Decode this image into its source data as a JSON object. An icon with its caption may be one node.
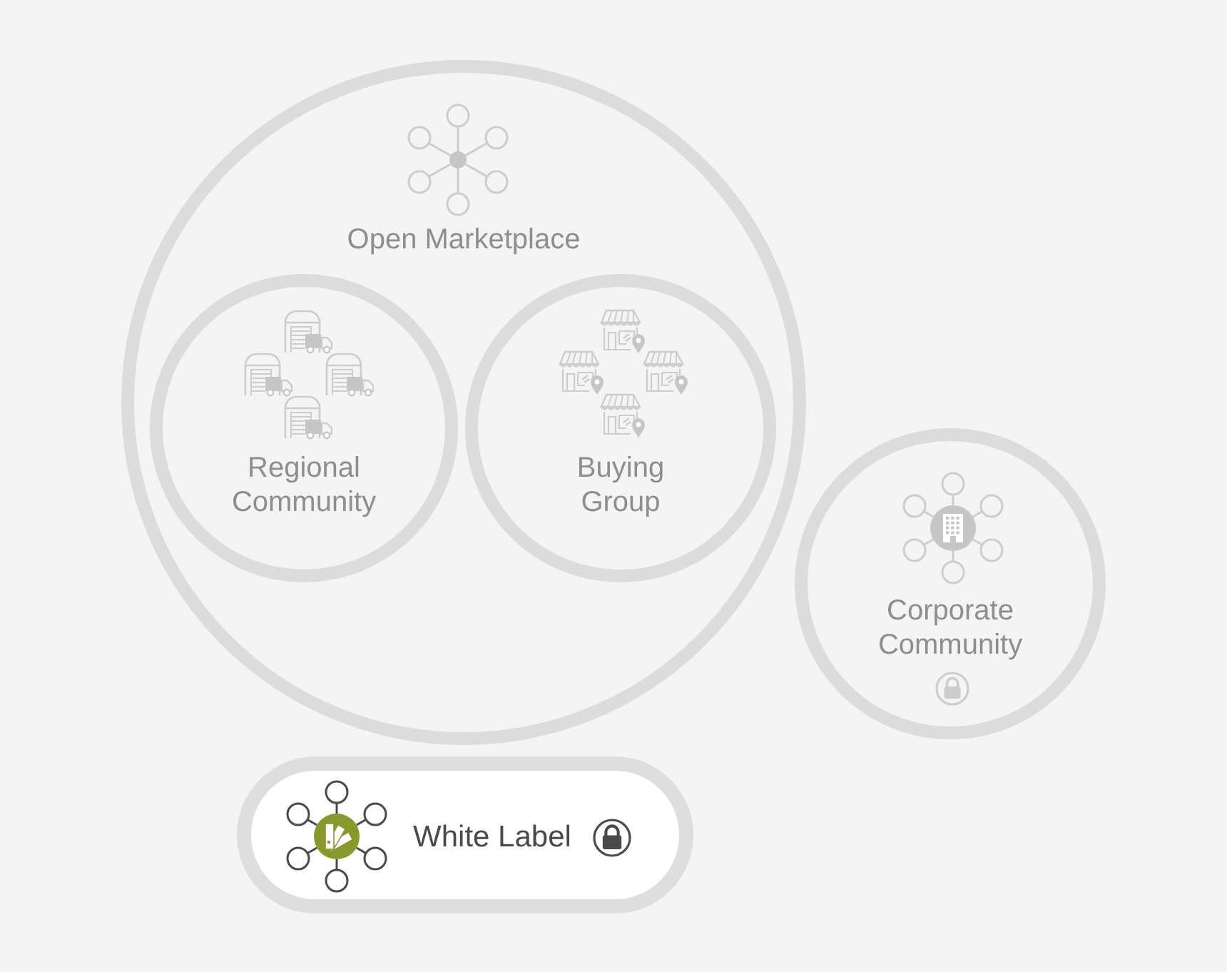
{
  "diagram": {
    "nodes": [
      {
        "text": [
          "Open Marketplace"
        ]
      },
      {
        "text": [
          "Regional Community"
        ],
        "in": 0
      },
      {
        "text": [
          "Buying Group"
        ],
        "in": 0
      },
      {
        "text": [
          "Corporate Community"
        ]
      },
      {
        "text": [
          "White Label"
        ]
      }
    ]
  }
}
